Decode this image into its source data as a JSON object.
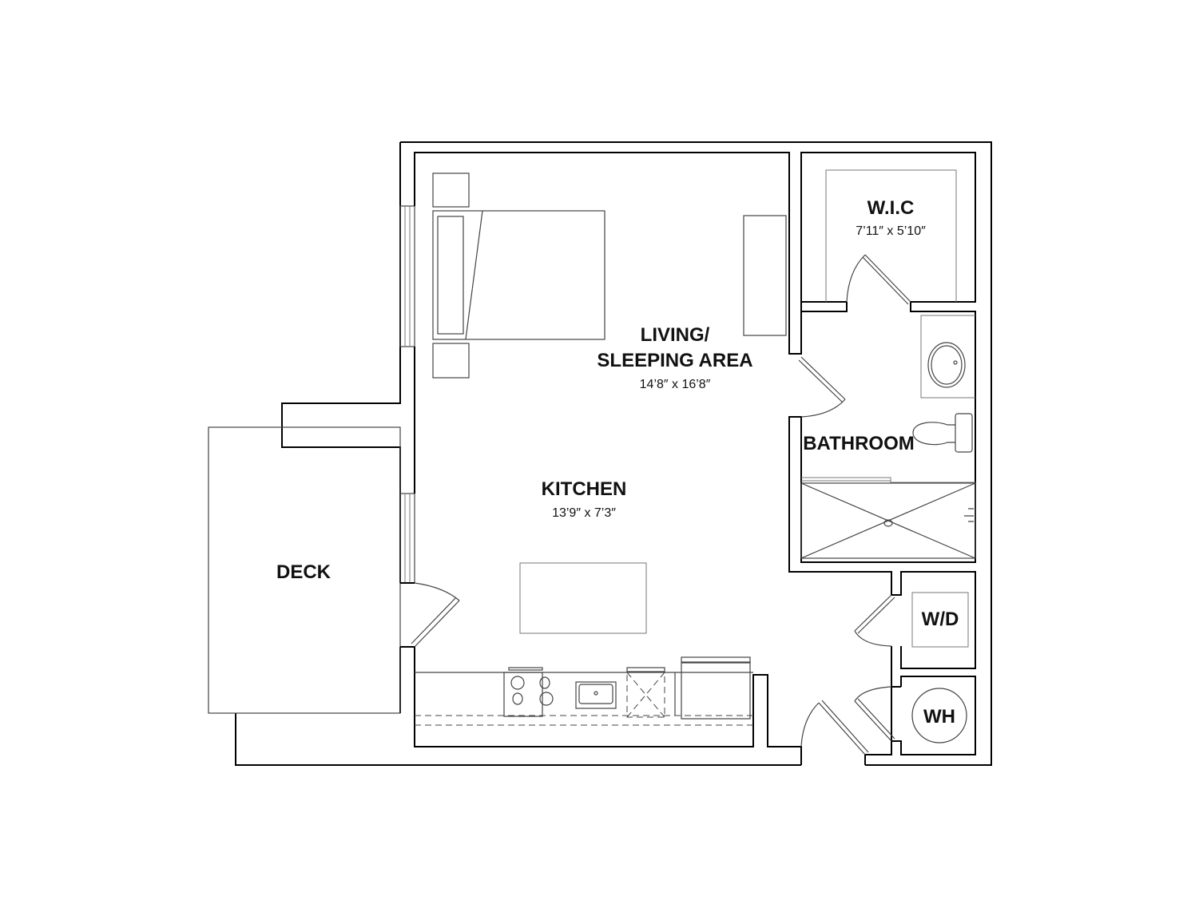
{
  "rooms": {
    "living": {
      "name_line1": "LIVING/",
      "name_line2": "SLEEPING AREA",
      "dimensions": "14’8″ x 16’8″"
    },
    "kitchen": {
      "name": "KITCHEN",
      "dimensions": "13’9″ x 7’3″"
    },
    "wic": {
      "name": "W.I.C",
      "dimensions": "7’11″ x 5’10″"
    },
    "bathroom": {
      "name": "BATHROOM"
    },
    "deck": {
      "name": "DECK"
    },
    "washer_dryer": {
      "name": "W/D"
    },
    "water_heater": {
      "name": "WH"
    }
  }
}
